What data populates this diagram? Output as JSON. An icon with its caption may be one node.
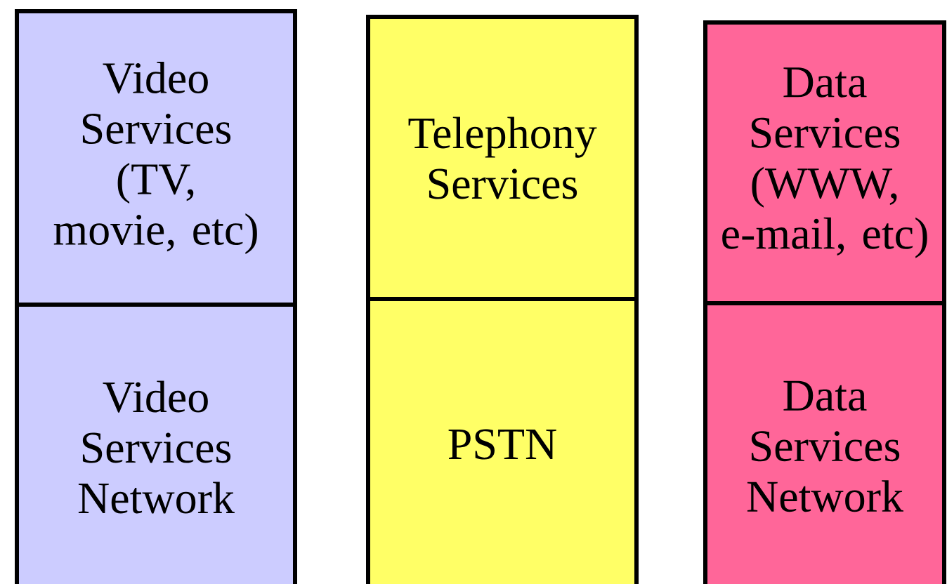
{
  "diagram": {
    "nodes": [
      {
        "text": [
          "Video Services (TV, movie, etc)"
        ]
      },
      {
        "text": [
          "Video Services Network"
        ]
      },
      {
        "text": [
          "Telephony Services"
        ]
      },
      {
        "text": [
          "PSTN"
        ]
      },
      {
        "text": [
          "Data Services (WWW, e-mail, etc)"
        ]
      },
      {
        "text": [
          "Data Services Network"
        ]
      }
    ]
  }
}
